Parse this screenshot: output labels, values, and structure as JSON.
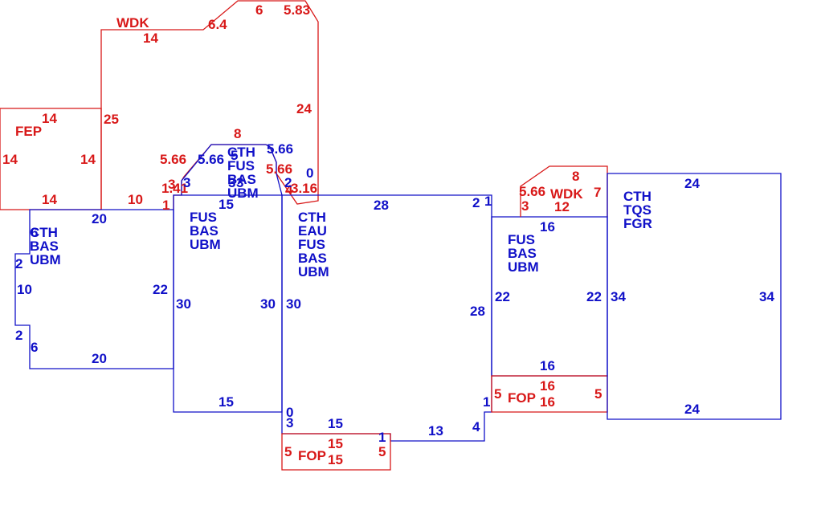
{
  "colors": {
    "main_area": "#1010c8",
    "other_area": "#d81818",
    "background": "#ffffff"
  },
  "areas": [
    {
      "id": "WDK",
      "color": "other",
      "codes": [
        "WDK"
      ],
      "dimensions": [
        "14",
        "6.4",
        "6",
        "5.83",
        "24",
        "25",
        "10",
        "1",
        "1.41",
        "3",
        "5.66",
        "8",
        "5.66",
        "4",
        "3.16"
      ]
    },
    {
      "id": "FEP",
      "color": "other",
      "codes": [
        "FEP"
      ],
      "dimensions": [
        "14",
        "14",
        "14",
        "14"
      ]
    },
    {
      "id": "left-wing",
      "color": "main",
      "codes": [
        "CTH",
        "BAS",
        "UBM"
      ],
      "dimensions": [
        "20",
        "6",
        "2",
        "10",
        "2",
        "6",
        "20",
        "22"
      ]
    },
    {
      "id": "center-left",
      "color": "main",
      "codes": [
        "FUS",
        "BAS",
        "UBM"
      ],
      "dimensions": [
        "15",
        "30",
        "30",
        "15",
        "3"
      ]
    },
    {
      "id": "upper-small",
      "color": "main",
      "codes": [
        "CTH",
        "FUS",
        "BAS",
        "UBM"
      ],
      "dimensions": [
        "5.66",
        "5.66",
        "5",
        "3",
        "3",
        "2"
      ]
    },
    {
      "id": "main",
      "color": "main",
      "codes": [
        "CTH",
        "EAU",
        "FUS",
        "BAS",
        "UBM"
      ],
      "dimensions": [
        "28",
        "2",
        "1",
        "30",
        "28",
        "1",
        "4",
        "13",
        "1",
        "15",
        "3",
        "0",
        "0"
      ]
    },
    {
      "id": "FOP-bottom",
      "color": "other",
      "codes": [
        "FOP"
      ],
      "dimensions": [
        "15",
        "15",
        "5",
        "5"
      ]
    },
    {
      "id": "right-center",
      "color": "main",
      "codes": [
        "FUS",
        "BAS",
        "UBM"
      ],
      "dimensions": [
        "16",
        "22",
        "22",
        "16"
      ]
    },
    {
      "id": "WDK-right",
      "color": "other",
      "codes": [
        "WDK"
      ],
      "dimensions": [
        "5.66",
        "8",
        "7",
        "12",
        "3"
      ]
    },
    {
      "id": "FOP-right",
      "color": "other",
      "codes": [
        "FOP"
      ],
      "dimensions": [
        "16",
        "16",
        "5",
        "5"
      ]
    },
    {
      "id": "far-right",
      "color": "main",
      "codes": [
        "CTH",
        "TQS",
        "FGR"
      ],
      "dimensions": [
        "24",
        "34",
        "34",
        "24"
      ]
    }
  ]
}
